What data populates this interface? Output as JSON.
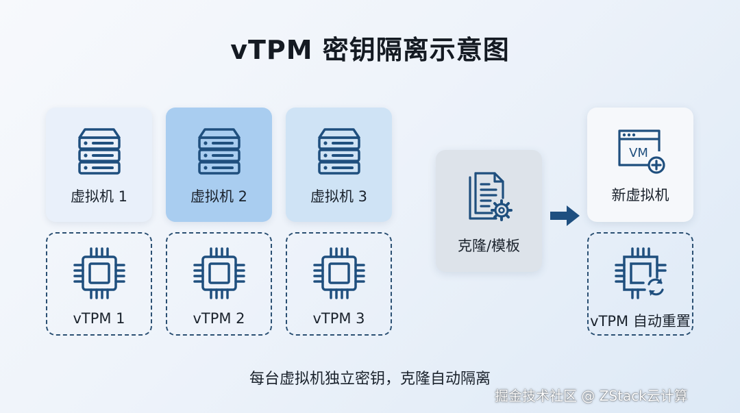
{
  "title": "vTPM 密钥隔离示意图",
  "vms": [
    {
      "label": "虚拟机 1"
    },
    {
      "label": "虚拟机 2"
    },
    {
      "label": "虚拟机 3"
    }
  ],
  "vtpms": [
    {
      "label": "vTPM 1"
    },
    {
      "label": "vTPM 2"
    },
    {
      "label": "vTPM 3"
    }
  ],
  "clone": {
    "label": "克隆/模板"
  },
  "new_vm": {
    "label": "新虚拟机",
    "icon_text": "VM"
  },
  "new_vtpm": {
    "label": "vTPM 自动重置"
  },
  "caption": "每台虚拟机独立密钥，克隆自动隔离",
  "watermark": "掘金技术社区 @ ZStack云计算",
  "colors": {
    "icon": "#1f4f7e",
    "arrow": "#1e4f80",
    "vm1_bg": "#e9f0fa",
    "vm2_bg": "#a9cdf0",
    "vm3_bg": "#cfe3f5",
    "dashed_border": "#2a4f72"
  }
}
